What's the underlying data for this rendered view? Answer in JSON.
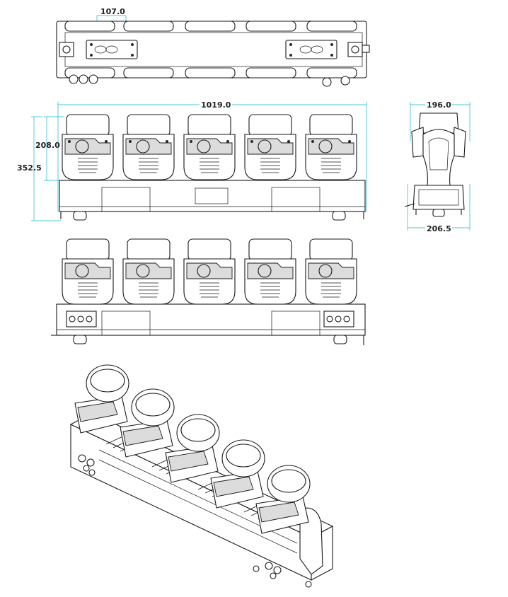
{
  "dimensions": {
    "top_spacing": "107.0",
    "front_width": "1019.0",
    "front_head_height": "208.0",
    "front_total_height": "352.5",
    "side_top_width": "196.0",
    "side_bottom_width": "206.5"
  },
  "colors": {
    "dimension_line": "#47c6d6",
    "outline": "#1a1a1a"
  }
}
